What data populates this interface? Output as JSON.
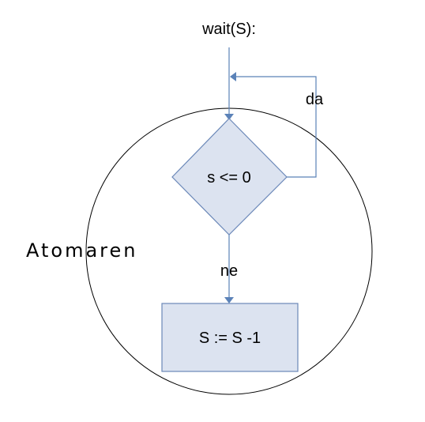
{
  "diagram": {
    "entry_label": "wait(S):",
    "condition_label": "s <= 0",
    "yes_label": "da",
    "no_label": "ne",
    "action_label": "S := S -1",
    "region_label": "Atomaren"
  },
  "colors": {
    "flow_line": "#5b82b8",
    "shape_fill": "#dce3f0",
    "shape_stroke": "#6b88b8",
    "circle_stroke": "#000000"
  }
}
